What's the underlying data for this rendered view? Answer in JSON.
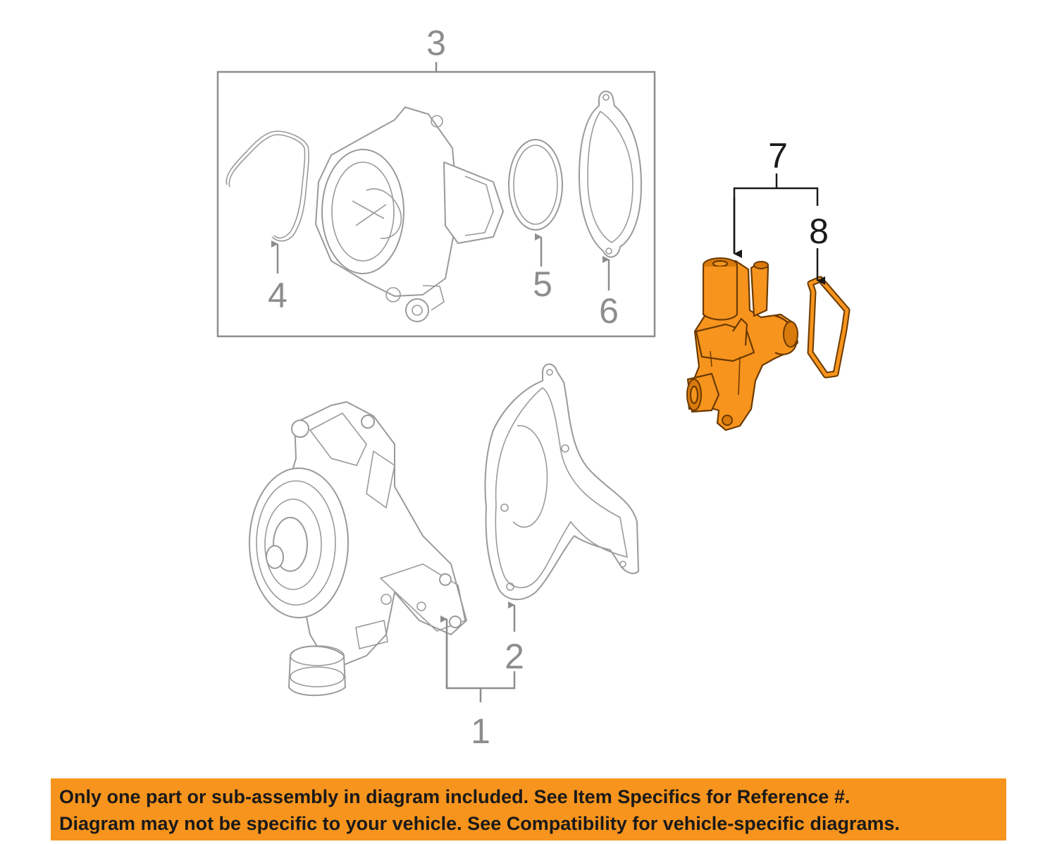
{
  "callouts": {
    "c1": "1",
    "c2": "2",
    "c3": "3",
    "c4": "4",
    "c5": "5",
    "c6": "6",
    "c7": "7",
    "c8": "8"
  },
  "highlighted_parts": [
    "7",
    "8"
  ],
  "colors": {
    "highlight": "#f7941d",
    "line_art": "#9a9a9a",
    "notice_background": "#f7941d"
  },
  "notice": {
    "line1": "Only one part or sub-assembly in diagram included. See Item Specifics for Reference #.",
    "line2": "Diagram may not be specific to your vehicle. See Compatibility for vehicle-specific diagrams."
  }
}
